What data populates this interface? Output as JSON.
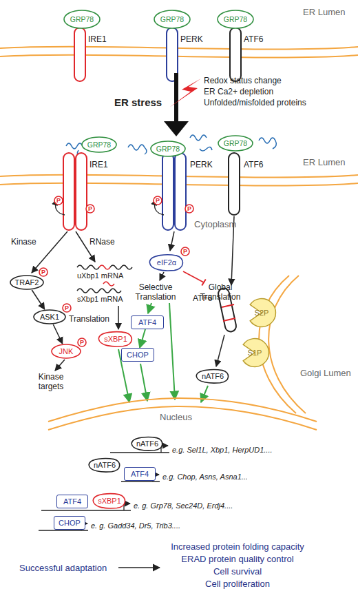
{
  "diagram": {
    "nodes": [
      {
        "text": [
          "GRP78"
        ]
      },
      {
        "text": [
          "GRP78"
        ]
      },
      {
        "text": [
          "GRP78"
        ]
      },
      {
        "text": [
          "GRP78"
        ]
      },
      {
        "text": [
          "GRP78"
        ]
      },
      {
        "text": [
          "GRP78"
        ]
      },
      {
        "text": [
          "TRAF2"
        ]
      },
      {
        "text": [
          "eIF2α"
        ]
      },
      {
        "text": [
          "ASK1"
        ]
      },
      {
        "text": [
          "ATF4"
        ]
      },
      {
        "text": [
          "S2P"
        ]
      },
      {
        "text": [
          "sXBP1"
        ]
      },
      {
        "text": [
          "JNK"
        ]
      },
      {
        "text": [
          "CHOP"
        ]
      },
      {
        "text": [
          "S1P"
        ]
      },
      {
        "text": [
          "nATF6"
        ]
      },
      {
        "text": [
          "nATF6"
        ]
      },
      {
        "text": [
          "nATF6"
        ]
      },
      {
        "text": [
          "ATF4"
        ]
      },
      {
        "text": [
          "ATF4"
        ]
      },
      {
        "text": [
          "sXBP1"
        ]
      },
      {
        "text": [
          "CHOP"
        ]
      },
      {
        "text": [
          "P"
        ]
      },
      {
        "text": [
          "P"
        ]
      },
      {
        "text": [
          "P"
        ]
      },
      {
        "text": [
          "P"
        ]
      },
      {
        "text": [
          "P"
        ]
      },
      {
        "text": [
          "P"
        ]
      },
      {
        "text": [
          "P"
        ]
      },
      {
        "text": [
          "P"
        ]
      }
    ],
    "edges": [
      {
        "from": 6,
        "to": 8,
        "arrow": "to"
      },
      {
        "from": 8,
        "to": 12,
        "arrow": "to"
      },
      {
        "from": 9,
        "to": 13,
        "arrow": "to"
      }
    ],
    "labels": [
      "ER Lumen",
      "IRE1",
      "PERK",
      "ATF6",
      "ER stress",
      "Redox status change",
      "ER Ca2+ depletion",
      "Unfolded/misfolded proteins",
      "ER Lumen",
      "IRE1",
      "PERK",
      "ATF6",
      "Cytoplasm",
      "Kinase",
      "RNase",
      "uXbp1 mRNA",
      "sXbp1 mRNA",
      "Translation",
      "Kinase targets",
      "Selective Translation",
      "Global Translation",
      "ATF6",
      "Golgi Lumen",
      "Nucleus",
      "e.g. Sel1L, Xbp1, HerpUD1....",
      "e.g. Chop, Asns, Asna1...",
      "e. g. Grp78, Sec24D, Erdj4....",
      "e. g. Gadd34, Dr5, Trib3....",
      "Successful adaptation",
      "Increased protein folding capacity",
      "ERAD protein quality control",
      "Cell survival",
      "Cell proliferation"
    ]
  }
}
